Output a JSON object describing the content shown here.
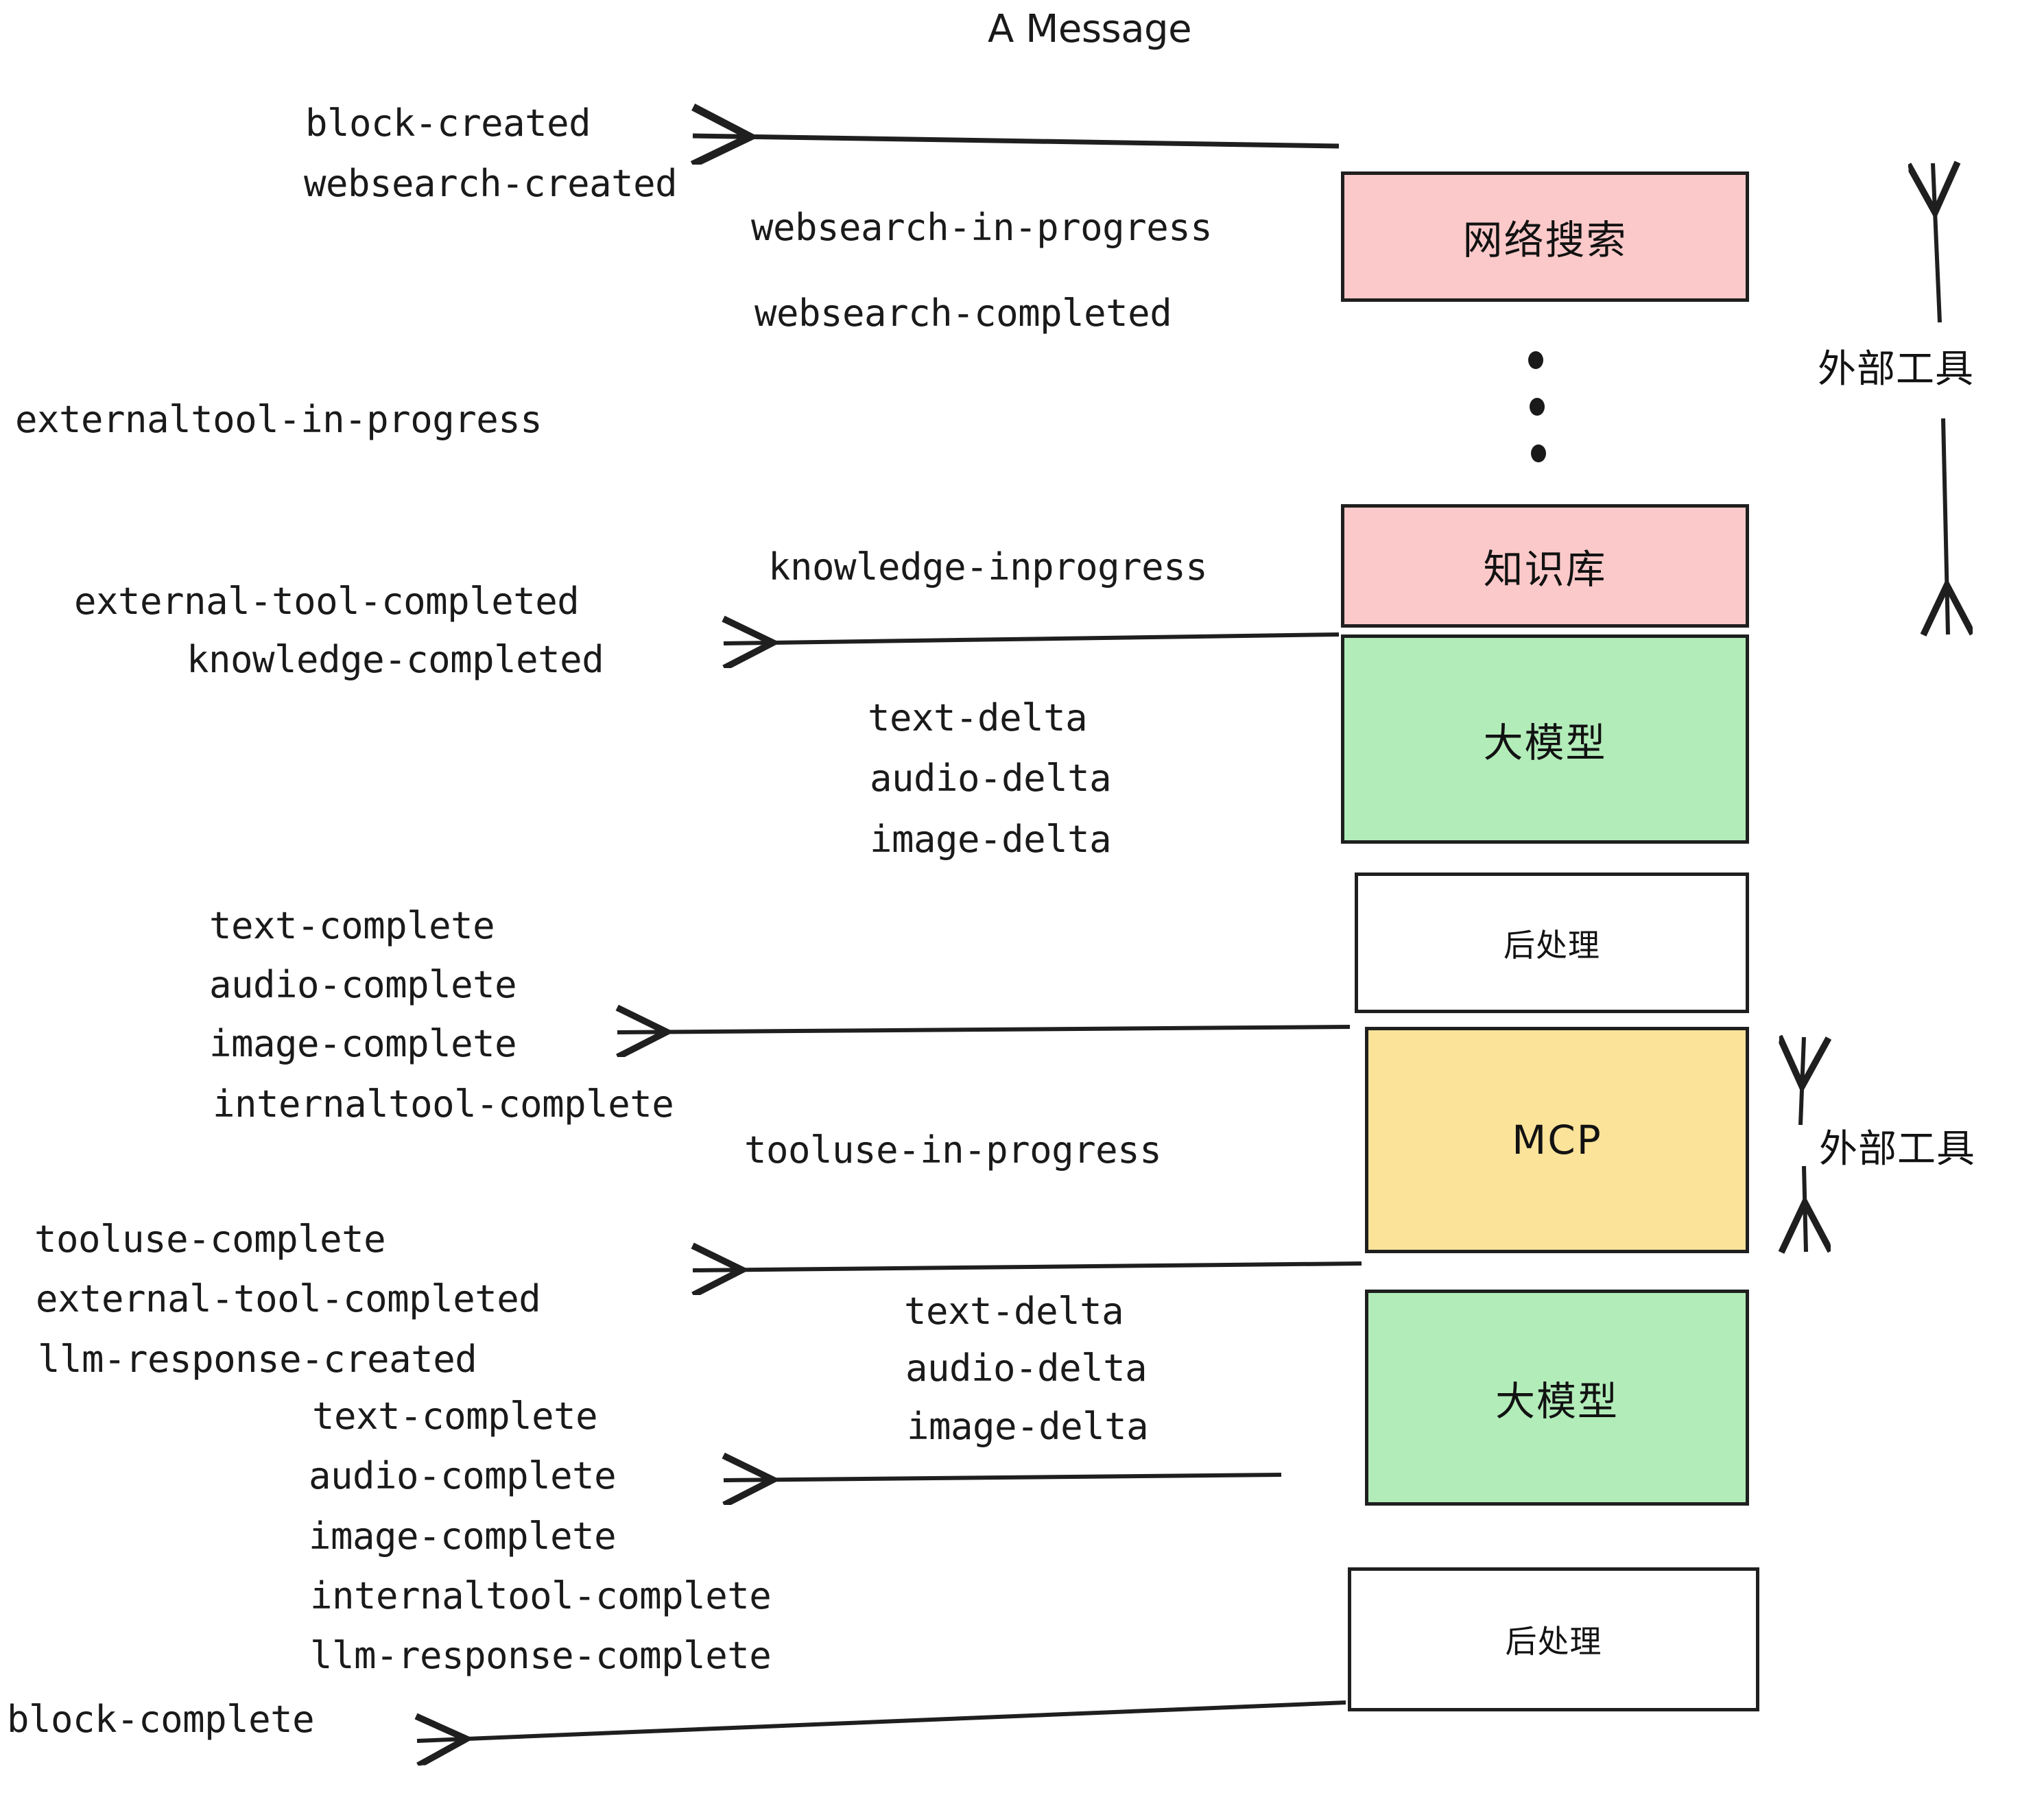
{
  "title": "A Message",
  "colors": {
    "pink": "#fbc9c9",
    "green": "#b2ecb9",
    "yellow": "#fbe39a",
    "white": "#ffffff",
    "stroke": "#1f1f1f",
    "text": "#1a1a1a",
    "background": "#ffffff"
  },
  "boxes": [
    {
      "label": "网络搜索",
      "fill": "pink"
    },
    {
      "label": "知识库",
      "fill": "pink"
    },
    {
      "label": "大模型",
      "fill": "green"
    },
    {
      "label": "后处理",
      "fill": "white"
    },
    {
      "label": "MCP",
      "fill": "yellow"
    },
    {
      "label": "大模型",
      "fill": "green"
    },
    {
      "label": "后处理",
      "fill": "white"
    }
  ],
  "side_labels": [
    {
      "text": "外部工具"
    },
    {
      "text": "外部工具"
    }
  ],
  "events": [
    {
      "text": "block-created"
    },
    {
      "text": "websearch-created"
    },
    {
      "text": "websearch-in-progress"
    },
    {
      "text": "websearch-completed"
    },
    {
      "text": "externaltool-in-progress"
    },
    {
      "text": "knowledge-inprogress"
    },
    {
      "text": "external-tool-completed"
    },
    {
      "text": "knowledge-completed"
    },
    {
      "text": "text-delta"
    },
    {
      "text": "audio-delta"
    },
    {
      "text": "image-delta"
    },
    {
      "text": "text-complete"
    },
    {
      "text": "audio-complete"
    },
    {
      "text": "image-complete"
    },
    {
      "text": "internaltool-complete"
    },
    {
      "text": "tooluse-in-progress"
    },
    {
      "text": "tooluse-complete"
    },
    {
      "text": "external-tool-completed"
    },
    {
      "text": "llm-response-created"
    },
    {
      "text": "text-complete"
    },
    {
      "text": "audio-complete"
    },
    {
      "text": "image-complete"
    },
    {
      "text": "internaltool-complete"
    },
    {
      "text": "llm-response-complete"
    },
    {
      "text": "block-complete"
    }
  ],
  "ellipsis_dots": 3
}
